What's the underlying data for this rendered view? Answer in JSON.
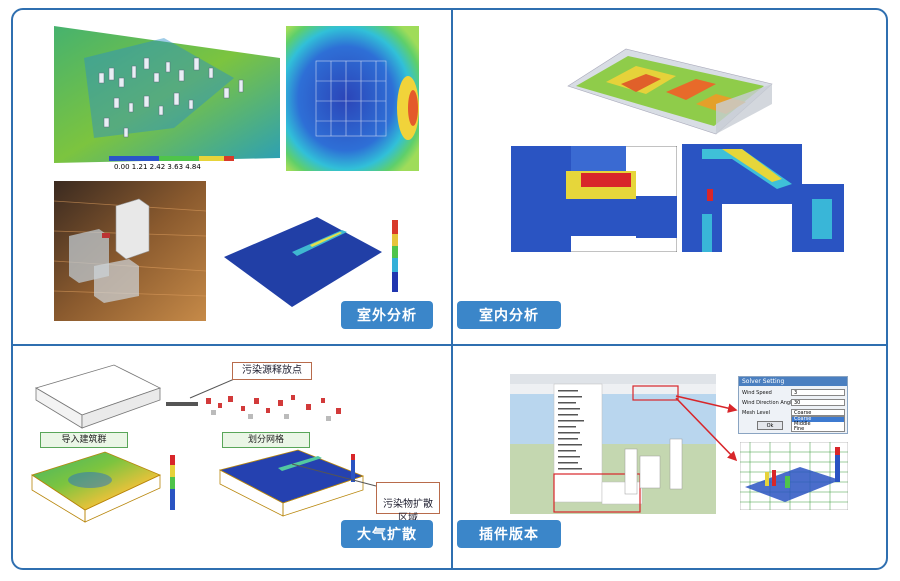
{
  "panels": {
    "outdoor": {
      "tag": "室外分析"
    },
    "indoor": {
      "tag": "室内分析"
    },
    "atmosphere": {
      "tag": "大气扩散",
      "label_source": "污染源释放点",
      "label_import": "导入建筑群",
      "label_mesh": "划分网格",
      "label_region": "污染物扩散\n区域"
    },
    "plugin": {
      "tag": "插件版本",
      "dialog": {
        "title": "Solver Setting",
        "wind_speed_label": "Wind Speed",
        "wind_speed_value": "3",
        "wind_direction_label": "Wind Direction Angle",
        "wind_direction_value": "30",
        "mesh_label": "Mesh Level",
        "mesh_value": "Coarse",
        "mesh_options": [
          "Coarse",
          "Middle",
          "Fine"
        ],
        "ok_label": "Ok"
      }
    }
  },
  "colors": {
    "border": "#2f6fb0",
    "tag_bg": "#3b86c9",
    "arrow": "#d8262a"
  }
}
